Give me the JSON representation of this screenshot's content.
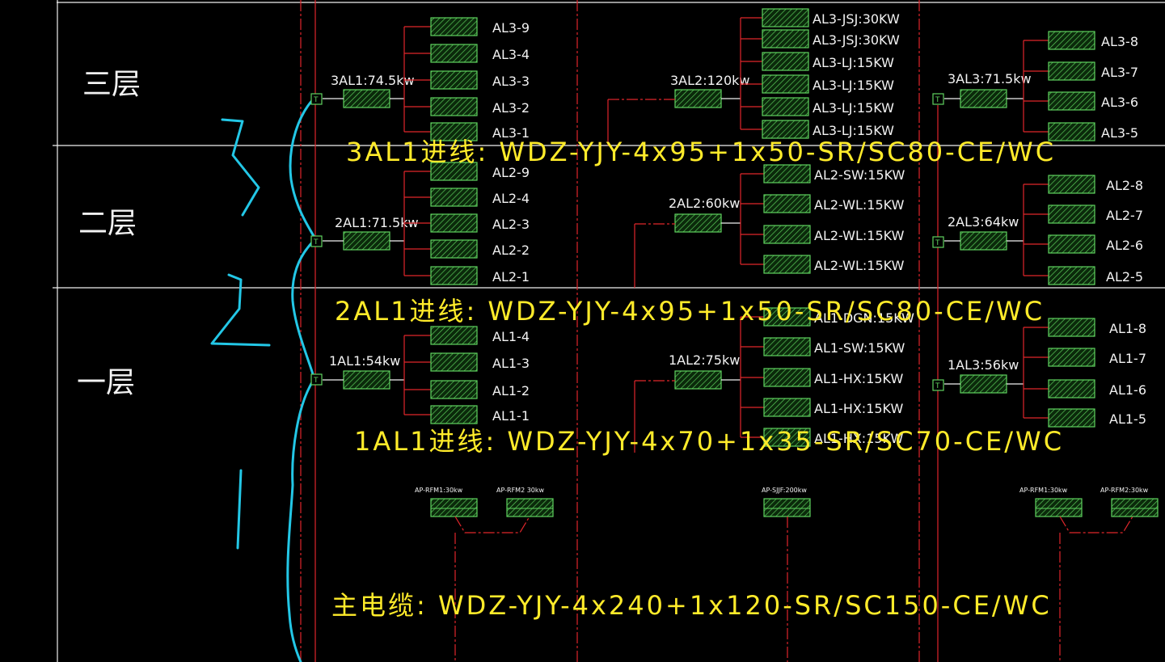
{
  "floors": {
    "f3": "三层",
    "f2": "二层",
    "f1": "一层"
  },
  "groups": {
    "g3a": {
      "name": "3AL1:74.5kw",
      "items": [
        "AL3-9",
        "AL3-4",
        "AL3-3",
        "AL3-2",
        "AL3-1"
      ]
    },
    "g3b": {
      "name": "3AL2:120kw",
      "items": [
        "AL3-JSJ:30KW",
        "AL3-JSJ:30KW",
        "AL3-LJ:15KW",
        "AL3-LJ:15KW",
        "AL3-LJ:15KW",
        "AL3-LJ:15KW"
      ]
    },
    "g3c": {
      "name": "3AL3:71.5kw",
      "items": [
        "AL3-8",
        "AL3-7",
        "AL3-6",
        "AL3-5"
      ]
    },
    "g2a": {
      "name": "2AL1:71.5kw",
      "items": [
        "AL2-9",
        "AL2-4",
        "AL2-3",
        "AL2-2",
        "AL2-1"
      ]
    },
    "g2b": {
      "name": "2AL2:60kw",
      "items": [
        "AL2-SW:15KW",
        "AL2-WL:15KW",
        "AL2-WL:15KW",
        "AL2-WL:15KW"
      ]
    },
    "g2c": {
      "name": "2AL3:64kw",
      "items": [
        "AL2-8",
        "AL2-7",
        "AL2-6",
        "AL2-5"
      ]
    },
    "g1a": {
      "name": "1AL1:54kw",
      "items": [
        "AL1-4",
        "AL1-3",
        "AL1-2",
        "AL1-1"
      ]
    },
    "g1b": {
      "name": "1AL2:75kw",
      "items": [
        "AL1-DGN:15KW",
        "AL1-SW:15KW",
        "AL1-HX:15KW",
        "AL1-HX:15KW",
        "AL1-HX:15KW"
      ]
    },
    "g1c": {
      "name": "1AL3:56kw",
      "items": [
        "AL1-8",
        "AL1-7",
        "AL1-6",
        "AL1-5"
      ]
    }
  },
  "ap_boxes": [
    "AP-RFM1:30kw",
    "AP-RFM2 30kw",
    "AP-SJJF:200kw",
    "AP-RFM1:30kw",
    "AP-RFM2:30kw"
  ],
  "switch_letter": "T",
  "cables": {
    "c3": "3AL1进线: WDZ-YJY-4x95+1x50-SR/SC80-CE/WC",
    "c2": "2AL1进线: WDZ-YJY-4x95+1x50-SR/SC80-CE/WC",
    "c1": "1AL1进线: WDZ-YJY-4x70+1x35-SR/SC70-CE/WC",
    "main": "主电缆: WDZ-YJY-4x240+1x120-SR/SC150-CE/WC"
  },
  "colors": {
    "background": "#000000",
    "box_green": "#5fd35f",
    "wire_red": "#e0262b",
    "annotation_blue": "#23c7e6",
    "cable_yellow": "#ffeb2a",
    "text_white": "#f2f2f2"
  }
}
